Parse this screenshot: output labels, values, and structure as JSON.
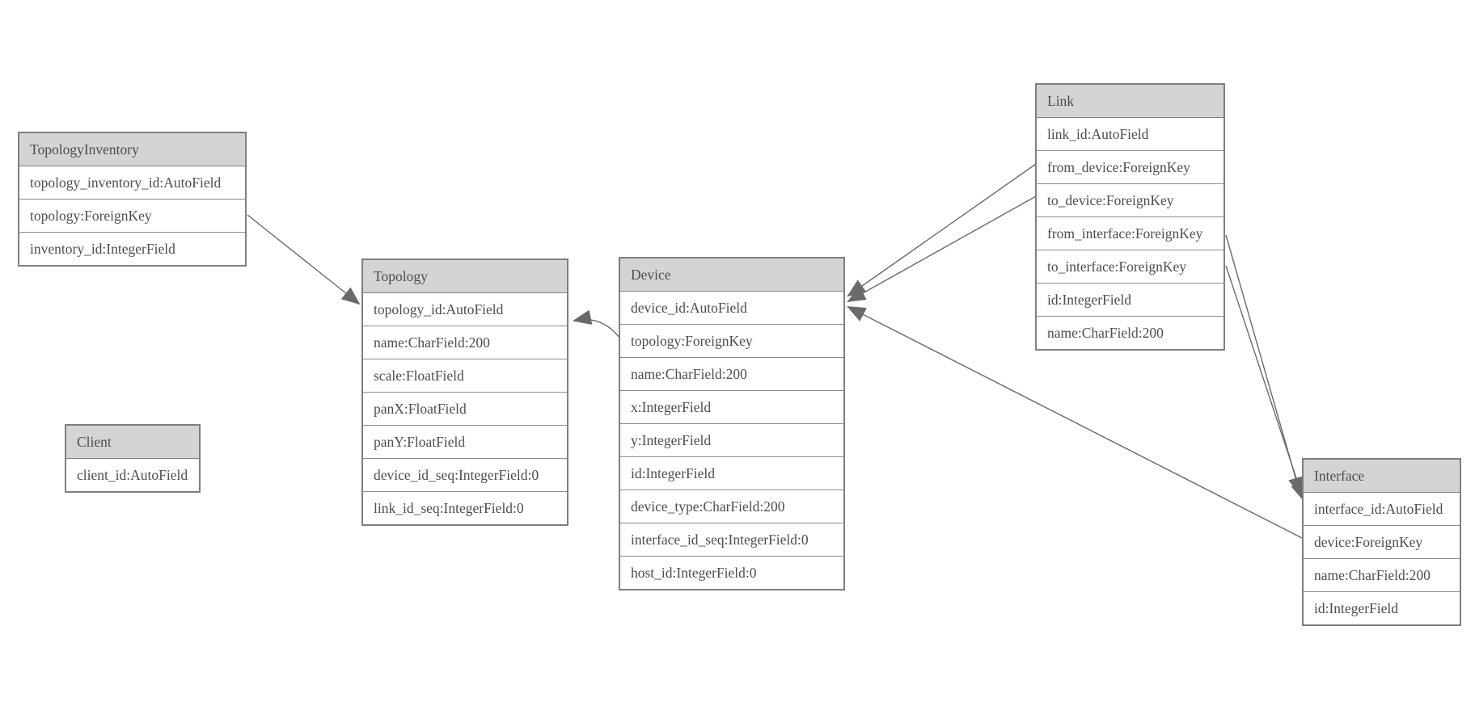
{
  "colors": {
    "background": "#ffffff",
    "header_bg": "#d4d4d4",
    "box_border": "#7f7f7f",
    "row_border": "#8c8c8c",
    "text": "#4d4d4d",
    "line": "#6a6a6a"
  },
  "entities": [
    {
      "name": "TopologyInventory",
      "fields": [
        "topology_inventory_id:AutoField",
        "topology:ForeignKey",
        "inventory_id:IntegerField"
      ]
    },
    {
      "name": "Topology",
      "fields": [
        "topology_id:AutoField",
        "name:CharField:200",
        "scale:FloatField",
        "panX:FloatField",
        "panY:FloatField",
        "device_id_seq:IntegerField:0",
        "link_id_seq:IntegerField:0"
      ]
    },
    {
      "name": "Client",
      "fields": [
        "client_id:AutoField"
      ]
    },
    {
      "name": "Device",
      "fields": [
        "device_id:AutoField",
        "topology:ForeignKey",
        "name:CharField:200",
        "x:IntegerField",
        "y:IntegerField",
        "id:IntegerField",
        "device_type:CharField:200",
        "interface_id_seq:IntegerField:0",
        "host_id:IntegerField:0"
      ]
    },
    {
      "name": "Link",
      "fields": [
        "link_id:AutoField",
        "from_device:ForeignKey",
        "to_device:ForeignKey",
        "from_interface:ForeignKey",
        "to_interface:ForeignKey",
        "id:IntegerField",
        "name:CharField:200"
      ]
    },
    {
      "name": "Interface",
      "fields": [
        "interface_id:AutoField",
        "device:ForeignKey",
        "name:CharField:200",
        "id:IntegerField"
      ]
    }
  ],
  "relationships": [
    {
      "from": "TopologyInventory.topology",
      "to": "Topology"
    },
    {
      "from": "Device.topology",
      "to": "Topology"
    },
    {
      "from": "Link.from_device",
      "to": "Device"
    },
    {
      "from": "Link.to_device",
      "to": "Device"
    },
    {
      "from": "Link.from_interface",
      "to": "Interface"
    },
    {
      "from": "Link.to_interface",
      "to": "Interface"
    },
    {
      "from": "Interface.device",
      "to": "Device"
    }
  ]
}
